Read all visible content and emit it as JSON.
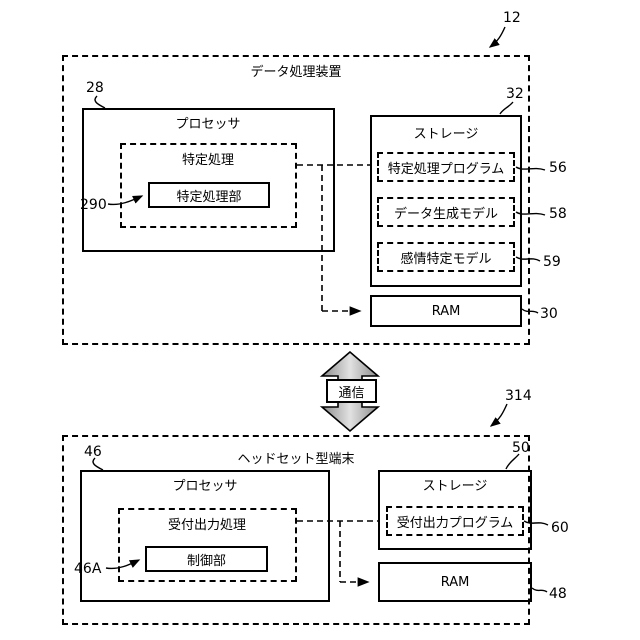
{
  "top_device": {
    "ref": "12",
    "title": "データ処理装置",
    "processor": {
      "ref": "28",
      "title": "プロセッサ"
    },
    "specific_processing": {
      "title": "特定処理"
    },
    "specific_processing_unit": {
      "ref": "290",
      "label": "特定処理部"
    },
    "storage": {
      "ref": "32",
      "title": "ストレージ"
    },
    "storage_items": [
      {
        "label": "特定処理プログラム",
        "ref": "56"
      },
      {
        "label": "データ生成モデル",
        "ref": "58"
      },
      {
        "label": "感情特定モデル",
        "ref": "59"
      }
    ],
    "ram": {
      "label": "RAM",
      "ref": "30"
    }
  },
  "communication": {
    "label": "通信"
  },
  "bottom_device": {
    "ref": "314",
    "title": "ヘッドセット型端末",
    "processor": {
      "ref": "46",
      "title": "プロセッサ"
    },
    "reception_output_processing": {
      "title": "受付出力処理"
    },
    "control_unit": {
      "ref": "46A",
      "label": "制御部"
    },
    "storage": {
      "ref": "50",
      "title": "ストレージ"
    },
    "storage_items": [
      {
        "label": "受付出力プログラム",
        "ref": "60"
      }
    ],
    "ram": {
      "label": "RAM",
      "ref": "48"
    }
  }
}
